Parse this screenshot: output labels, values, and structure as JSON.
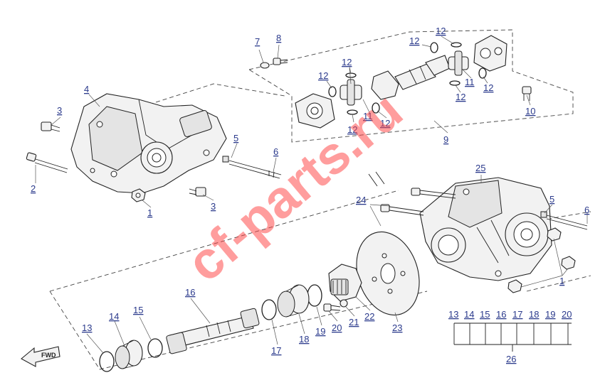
{
  "watermark": "cf-parts.ru",
  "colors": {
    "callout": "#2b3a8c",
    "watermark": "#ff3c3c"
  },
  "callouts": {
    "c1a": "1",
    "c1b": "1",
    "c2": "2",
    "c3a": "3",
    "c3b": "3",
    "c4": "4",
    "c5a": "5",
    "c5b": "5",
    "c6a": "6",
    "c6b": "6",
    "c7": "7",
    "c8": "8",
    "c9": "9",
    "c10": "10",
    "c11a": "11",
    "c11b": "11",
    "c12a": "12",
    "c12b": "12",
    "c12c": "12",
    "c12d": "12",
    "c12e": "12",
    "c12f": "12",
    "c12g": "12",
    "c12h": "12",
    "c13": "13",
    "c14": "14",
    "c15": "15",
    "c16": "16",
    "c17": "17",
    "c18": "18",
    "c19": "19",
    "c20": "20",
    "c21": "21",
    "c22": "22",
    "c23": "23",
    "c24": "24",
    "c25": "25",
    "c26": "26"
  },
  "kit_group": {
    "items": [
      "13",
      "14",
      "15",
      "16",
      "17",
      "18",
      "19",
      "20"
    ],
    "total": "26"
  },
  "fwd_arrow": "FWD"
}
